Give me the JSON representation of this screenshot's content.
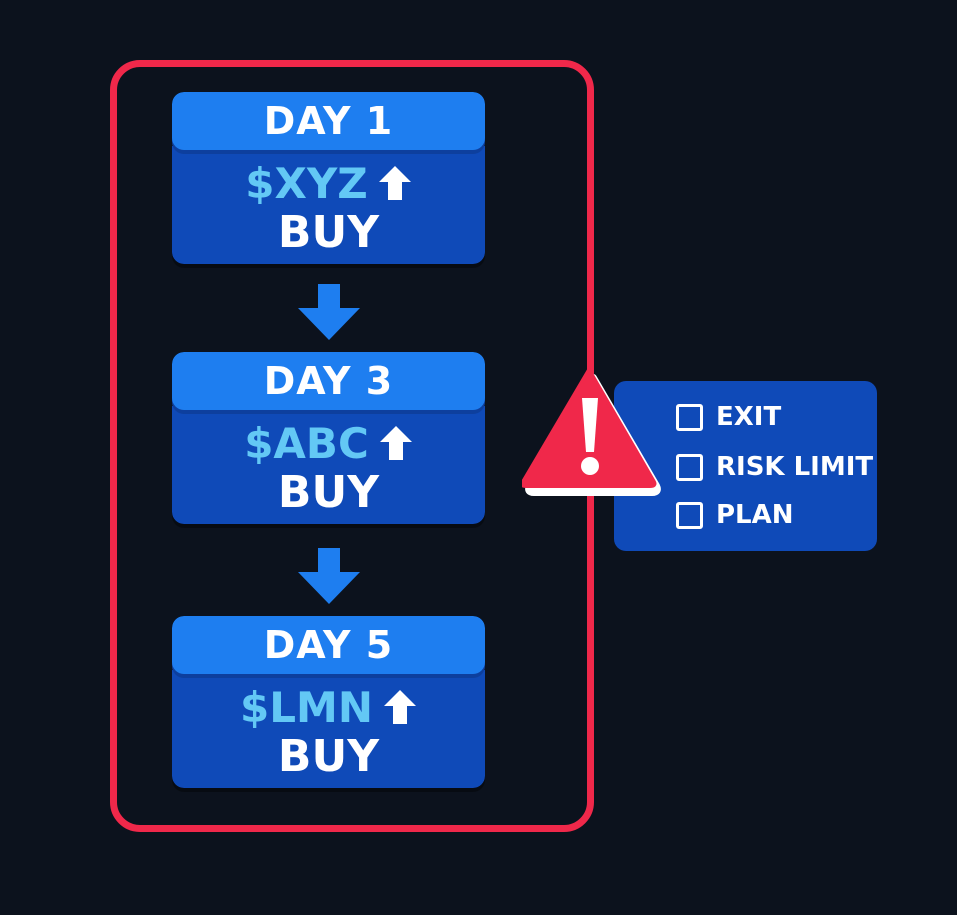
{
  "colors": {
    "background": "#0c121d",
    "frame_border": "#f0284a",
    "card_header": "#1e7ef0",
    "card_body": "#0f4ab8",
    "ticker_text": "#63c8f5",
    "arrow": "#1e7ef0",
    "warning": "#f0284a"
  },
  "steps": [
    {
      "day": "DAY 1",
      "ticker": "$XYZ",
      "trend_icon": "arrow-up-icon",
      "action": "BUY"
    },
    {
      "day": "DAY 3",
      "ticker": "$ABC",
      "trend_icon": "arrow-up-icon",
      "action": "BUY"
    },
    {
      "day": "DAY 5",
      "ticker": "$LMN",
      "trend_icon": "arrow-up-icon",
      "action": "BUY"
    }
  ],
  "connector_icon": "arrow-down-icon",
  "warning_icon": "warning-triangle-icon",
  "checklist": {
    "items": [
      {
        "label": "EXIT",
        "checked": false
      },
      {
        "label": "RISK LIMIT",
        "checked": false
      },
      {
        "label": "PLAN",
        "checked": false
      }
    ]
  }
}
